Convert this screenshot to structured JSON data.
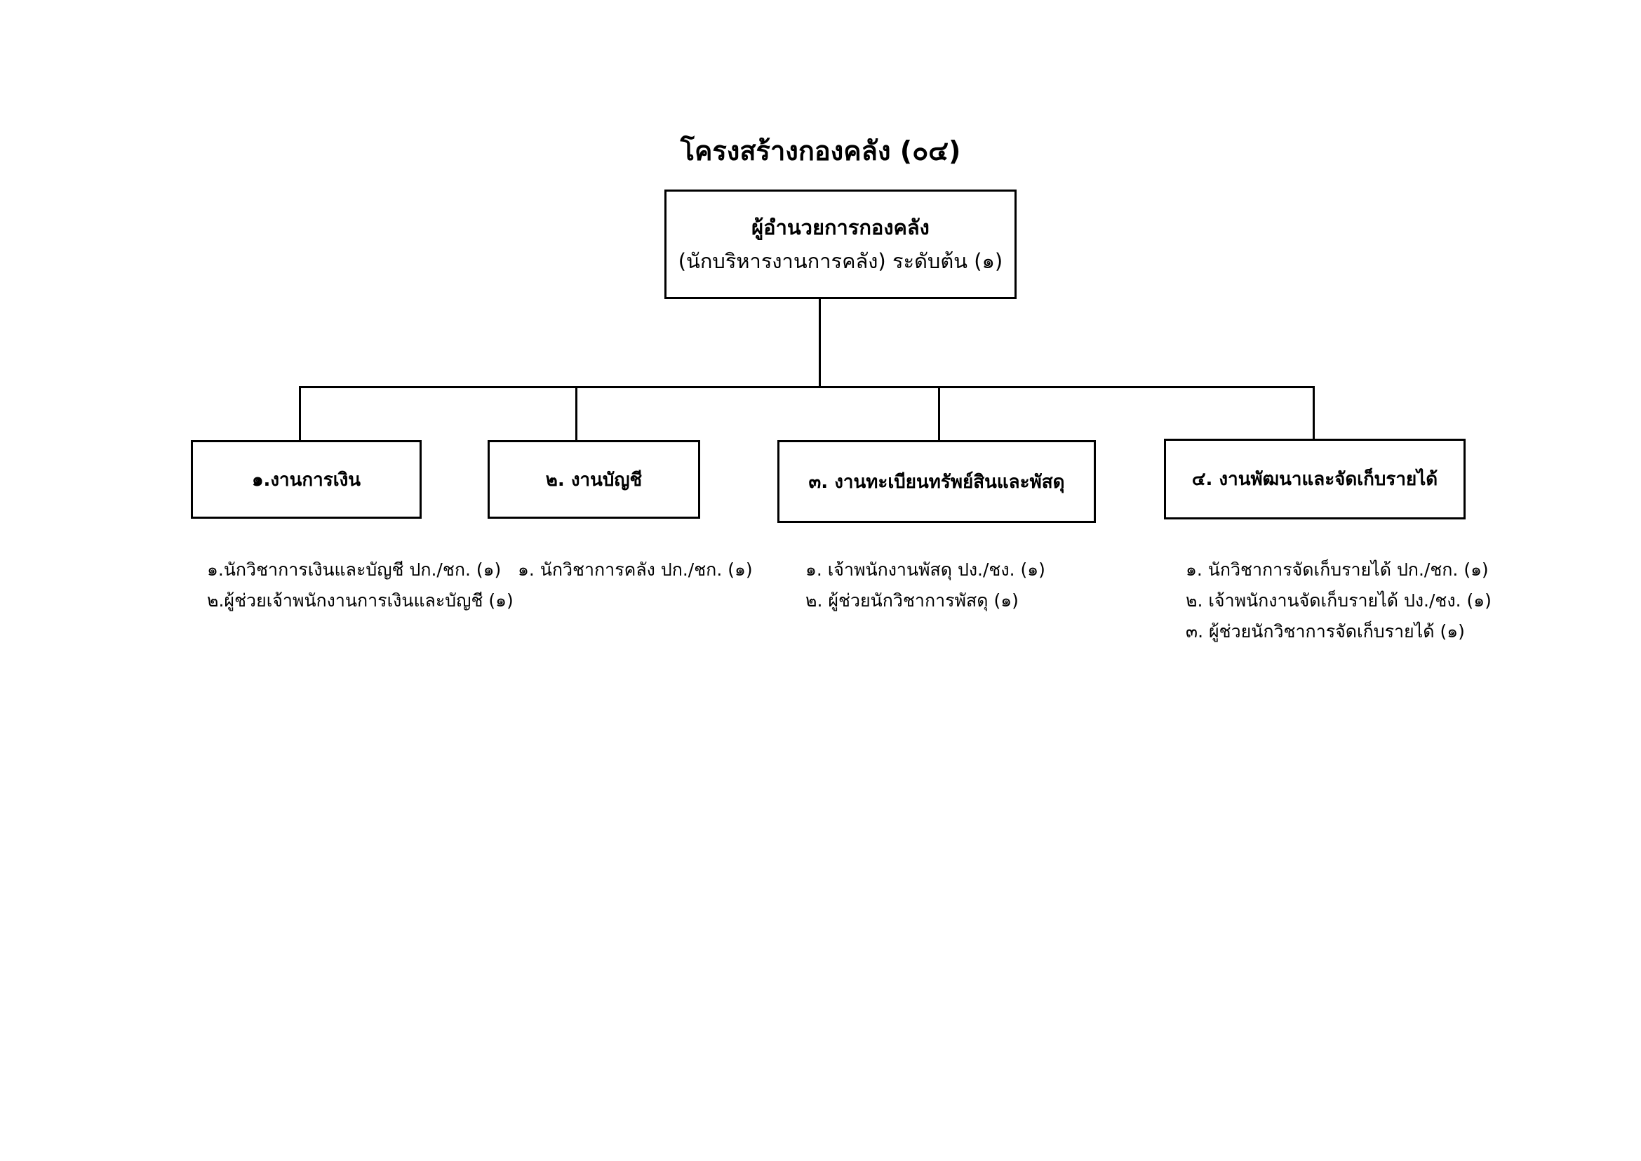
{
  "title": "โครงสร้างกองคลัง (๐๔)",
  "head": {
    "title": "ผู้อำนวยการกองคลัง",
    "subtitle": "(นักบริหารงานการคลัง) ระดับต้น (๑)"
  },
  "units": [
    {
      "label": "๑.งานการเงิน",
      "staff": [
        "๑.นักวิชาการเงินและบัญชี ปก./ชก. (๑)",
        "๒.ผู้ช่วยเจ้าพนักงานการเงินและบัญชี (๑)"
      ]
    },
    {
      "label": "๒. งานบัญชี",
      "staff": [
        "๑. นักวิชาการคลัง ปก./ชก. (๑)"
      ]
    },
    {
      "label": "๓. งานทะเบียนทรัพย์สินและพัสดุ",
      "staff": [
        "๑. เจ้าพนักงานพัสดุ ปง./ชง. (๑)",
        "๒. ผู้ช่วยนักวิชาการพัสดุ (๑)"
      ]
    },
    {
      "label": "๔. งานพัฒนาและจัดเก็บรายได้",
      "staff": [
        "๑. นักวิชาการจัดเก็บรายได้ ปก./ชก.  (๑)",
        "๒. เจ้าพนักงานจัดเก็บรายได้ ปง./ชง. (๑)",
        "๓. ผู้ช่วยนักวิชาการจัดเก็บรายได้ (๑)"
      ]
    }
  ]
}
